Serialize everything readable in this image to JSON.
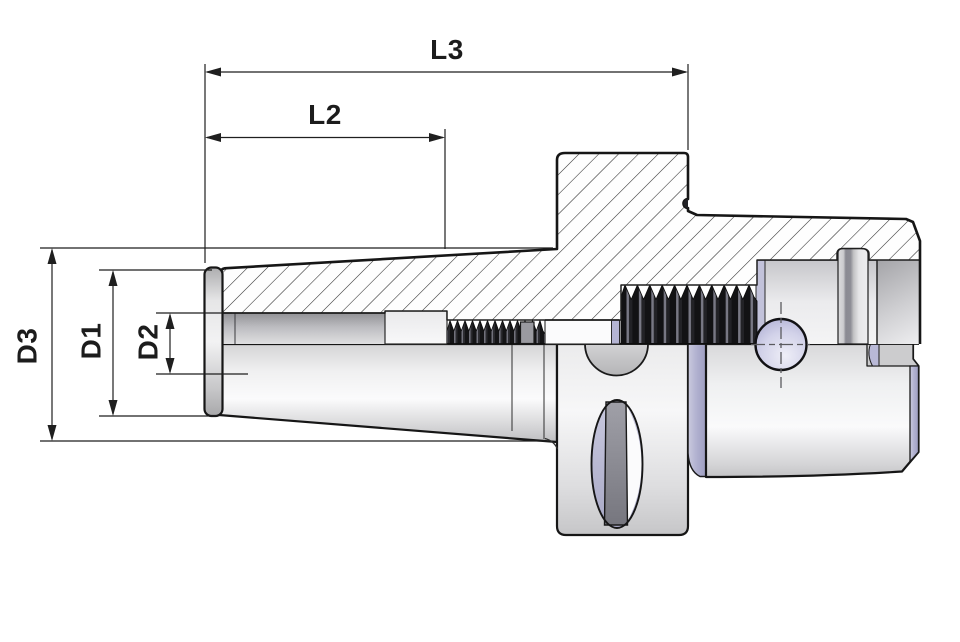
{
  "drawing": {
    "labels": {
      "l3": "L3",
      "l2": "L2",
      "d3": "D3",
      "d1": "D1",
      "d2": "D2"
    },
    "colors": {
      "background": "#ffffff",
      "outline": "#161616",
      "hatch_line": "#2b2b2b",
      "dimension_line": "#1f1f1f",
      "steel_light": "#f4f4f5",
      "steel_shadow": "#c2c2c4",
      "lavender_accent": "#b6b6d5",
      "slot_dark": "#82828a",
      "thread_dark": "#141416"
    }
  }
}
